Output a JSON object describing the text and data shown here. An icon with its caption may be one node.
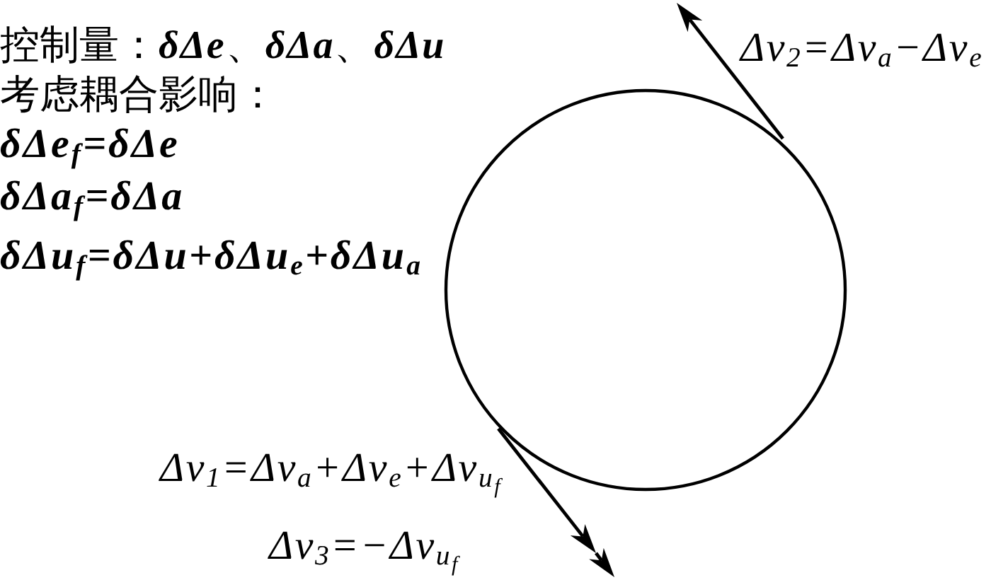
{
  "diagram": {
    "nodes": [
      {
        "text": [],
        "shape": "circle"
      }
    ],
    "labels": [
      "控制量：**δΔe**、**δΔa**、**δΔu**",
      "Δv$_{2}$=Δv$_{a}$−Δv$_{e}$",
      "考虑耦合影响：",
      "δΔe$_{f}$=δΔe",
      "δΔa$_{f}$=δΔa",
      "δΔu$_{f}$=δΔu+δΔu$_{e}$+δΔu$_{a}$",
      "Δv$_{1}$=Δv$_{a}$+Δv$_{e}$+Δv$_{u}$$_{f}$",
      "Δv$_{3}$=−Δv$_{u}$$_{f}$"
    ]
  }
}
